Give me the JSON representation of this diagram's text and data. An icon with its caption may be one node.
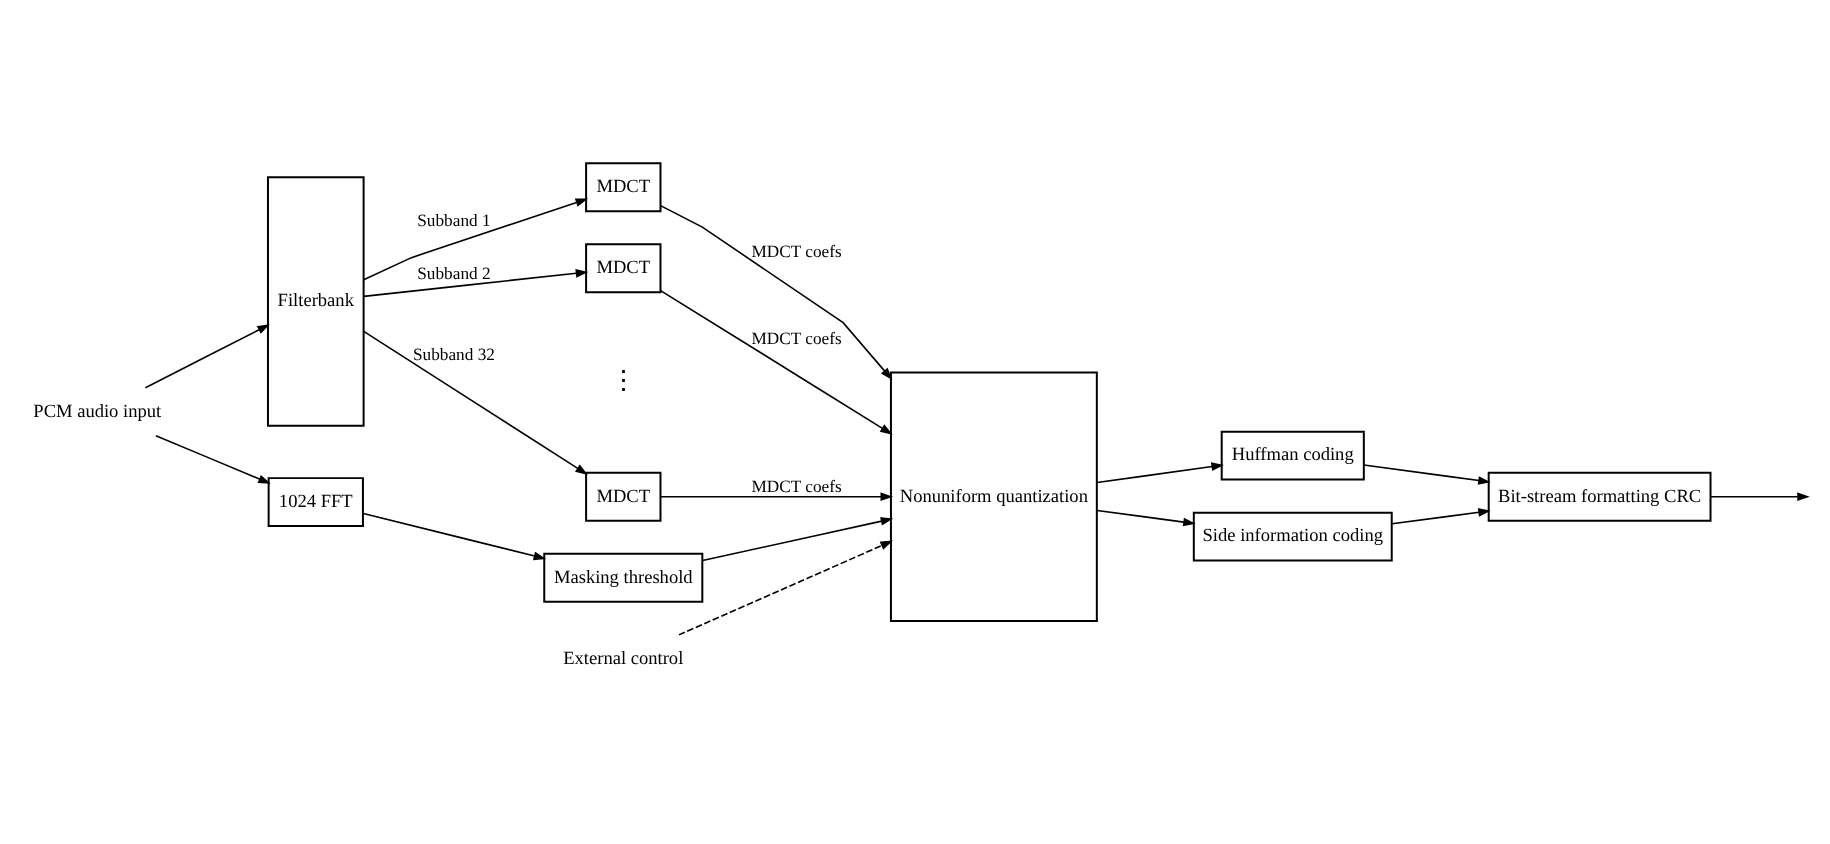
{
  "diagram": {
    "nodes": [
      {
        "text": [
          "PCM audio input"
        ]
      },
      {
        "text": [
          "Filterbank"
        ]
      },
      {
        "text": [
          "MDCT"
        ]
      },
      {
        "text": [
          "MDCT"
        ]
      },
      {
        "text": [
          "MDCT"
        ]
      },
      {
        "text": [
          "Nonuniform quantization"
        ]
      },
      {
        "text": [
          "Huffman coding"
        ]
      },
      {
        "text": [
          "Side information coding"
        ]
      },
      {
        "text": [
          "Bit-stream formatting CRC"
        ]
      },
      {
        "text": [
          "1024 FFT"
        ]
      },
      {
        "text": [
          "Masking threshold"
        ]
      },
      {
        "text": [
          "External control"
        ]
      }
    ],
    "edges": [
      {
        "from": 0,
        "to": 1,
        "arrow": "to"
      },
      {
        "from": 1,
        "to": 2,
        "arrow": "to",
        "label": "Subband 1"
      },
      {
        "from": 1,
        "to": 3,
        "arrow": "to",
        "label": "Subband 2"
      },
      {
        "from": 1,
        "to": 4,
        "arrow": "to",
        "label": "Subband 32"
      },
      {
        "from": 2,
        "to": 5,
        "arrow": "to",
        "label": "MDCT coefs"
      },
      {
        "from": 3,
        "to": 5,
        "arrow": "to",
        "label": "MDCT coefs"
      },
      {
        "from": 4,
        "to": 5,
        "arrow": "to",
        "label": "MDCT coefs"
      },
      {
        "from": 5,
        "to": 6,
        "arrow": "to"
      },
      {
        "from": 5,
        "to": 7,
        "arrow": "to"
      },
      {
        "from": 6,
        "to": 8,
        "arrow": "to"
      },
      {
        "from": 7,
        "to": 8,
        "arrow": "to"
      },
      {
        "from": 8,
        "to": null,
        "arrow": "to"
      },
      {
        "from": 0,
        "to": 9,
        "arrow": "to"
      },
      {
        "from": 9,
        "to": 10,
        "arrow": "to"
      },
      {
        "from": 10,
        "to": 5,
        "arrow": "to"
      },
      {
        "from": 11,
        "to": 5,
        "arrow": "to",
        "style": "dashed"
      }
    ],
    "labels": [
      "⋮"
    ]
  }
}
